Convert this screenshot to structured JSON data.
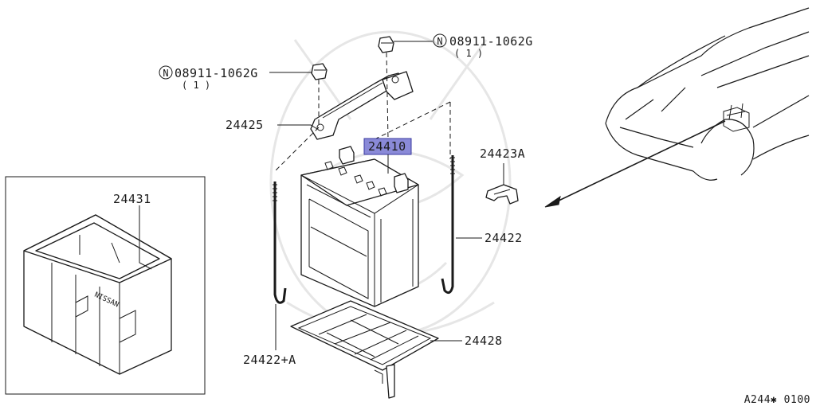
{
  "diagram": {
    "code": "A244✱ 0100",
    "callouts": [
      {
        "id": "24410",
        "text": "24410",
        "highlighted": true
      },
      {
        "id": "24425",
        "text": "24425"
      },
      {
        "id": "24431",
        "text": "24431"
      },
      {
        "id": "24423A",
        "text": "24423A"
      },
      {
        "id": "24422",
        "text": "24422"
      },
      {
        "id": "24428",
        "text": "24428"
      },
      {
        "id": "24422A",
        "text": "24422+A"
      }
    ],
    "nuts": [
      {
        "badge": "N",
        "part": "08911-1062G",
        "qty": "( 1 )"
      },
      {
        "badge": "N",
        "part": "08911-1062G",
        "qty": "( 1 )"
      }
    ],
    "highlight_color": "#8a8ad8"
  }
}
